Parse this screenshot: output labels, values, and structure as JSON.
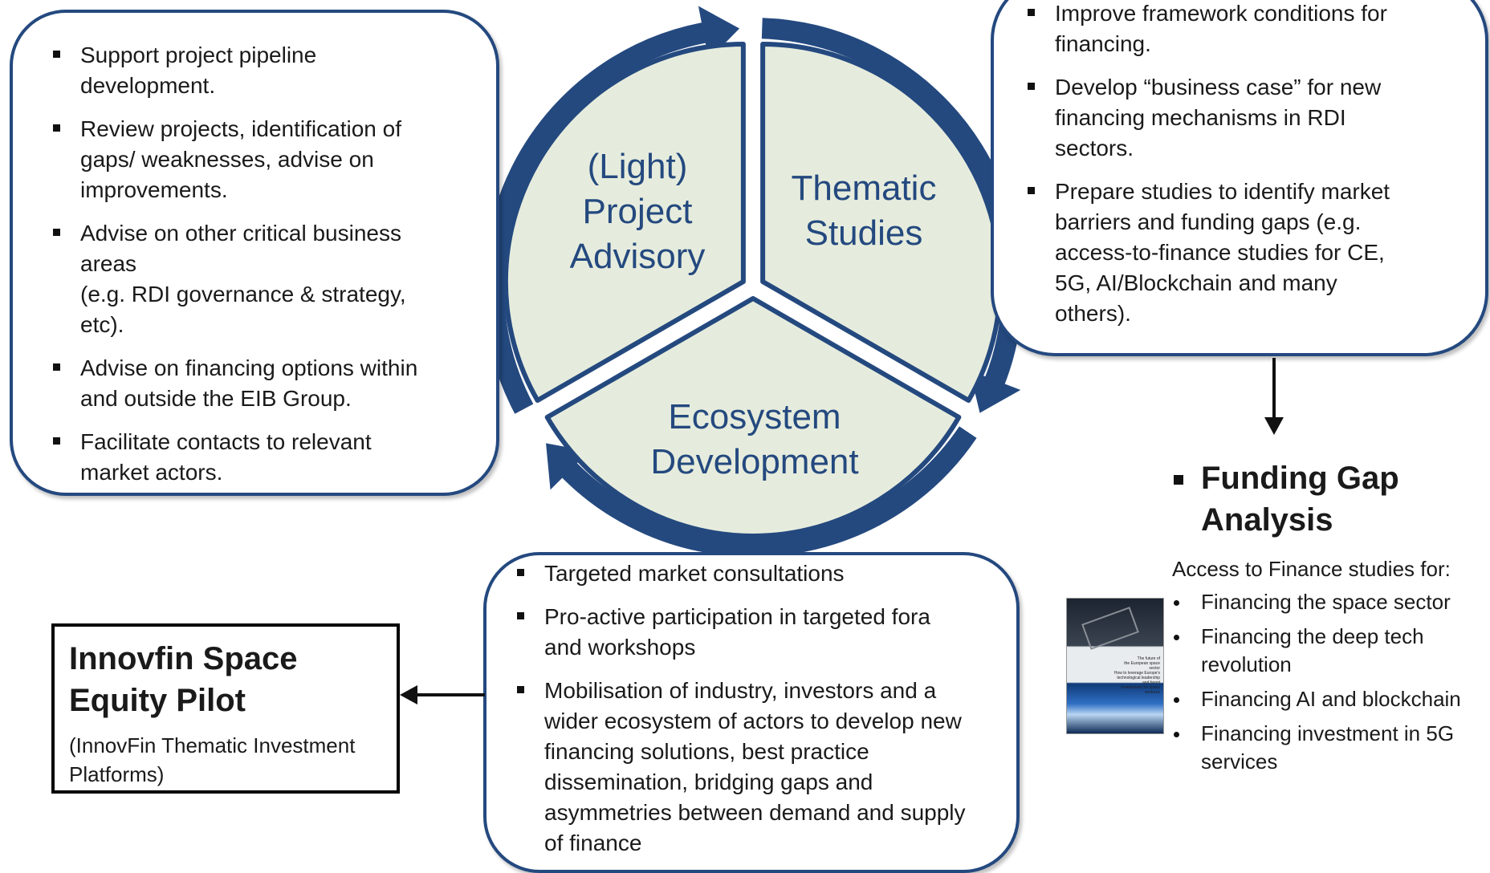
{
  "colors": {
    "accent": "#24497f",
    "segment_fill": "#e6ecdd",
    "arrow": "#111111"
  },
  "cycle": {
    "segments": {
      "advisory": [
        "(Light)",
        "Project",
        "Advisory"
      ],
      "thematic": [
        "Thematic",
        "Studies"
      ],
      "ecosystem": [
        "Ecosystem",
        "Development"
      ]
    }
  },
  "advisory_box": {
    "items": [
      [
        "Support project pipeline",
        "development."
      ],
      [
        "Review projects, identification of",
        "gaps/ weaknesses, advise on",
        "improvements."
      ],
      [
        "Advise on other critical business",
        "areas",
        "(e.g. RDI governance & strategy,",
        "etc)."
      ],
      [
        "Advise on financing options within",
        "and outside the EIB Group."
      ],
      [
        "Facilitate contacts to relevant",
        "market actors."
      ]
    ]
  },
  "thematic_box": {
    "items": [
      [
        "Improve framework conditions for",
        "financing."
      ],
      [
        "Develop “business case” for new",
        "financing mechanisms in RDI",
        "sectors."
      ],
      [
        "Prepare studies to identify market",
        "barriers and funding gaps (e.g.",
        "access-to-finance studies for CE,",
        "5G, AI/Blockchain and many",
        "others)."
      ]
    ]
  },
  "ecosystem_box": {
    "items": [
      [
        "Targeted market consultations"
      ],
      [
        "Pro-active participation in targeted fora",
        "and workshops"
      ],
      [
        "Mobilisation of industry, investors and a",
        "wider ecosystem of actors to develop new",
        "financing solutions, best practice",
        "dissemination, bridging gaps and",
        "asymmetries between demand and supply",
        "of finance"
      ]
    ]
  },
  "pilot": {
    "title_lines": [
      "Innovfin Space",
      "Equity Pilot"
    ],
    "subtitle_lines": [
      "(InnovFin Thematic Investment",
      "Platforms)"
    ]
  },
  "funding_gap": {
    "title_lines": [
      "Funding Gap",
      "Analysis"
    ],
    "intro": "Access to Finance studies for:",
    "studies": [
      [
        "Financing the space sector"
      ],
      [
        "Financing the deep tech",
        "revolution"
      ],
      [
        "Financing AI and blockchain"
      ],
      [
        "Financing investment in 5G",
        "services"
      ]
    ],
    "cover_lines": [
      "The future of",
      "the European space sector",
      "How to leverage Europe's",
      "technological leadership and boost",
      "investments for space ventures"
    ]
  }
}
